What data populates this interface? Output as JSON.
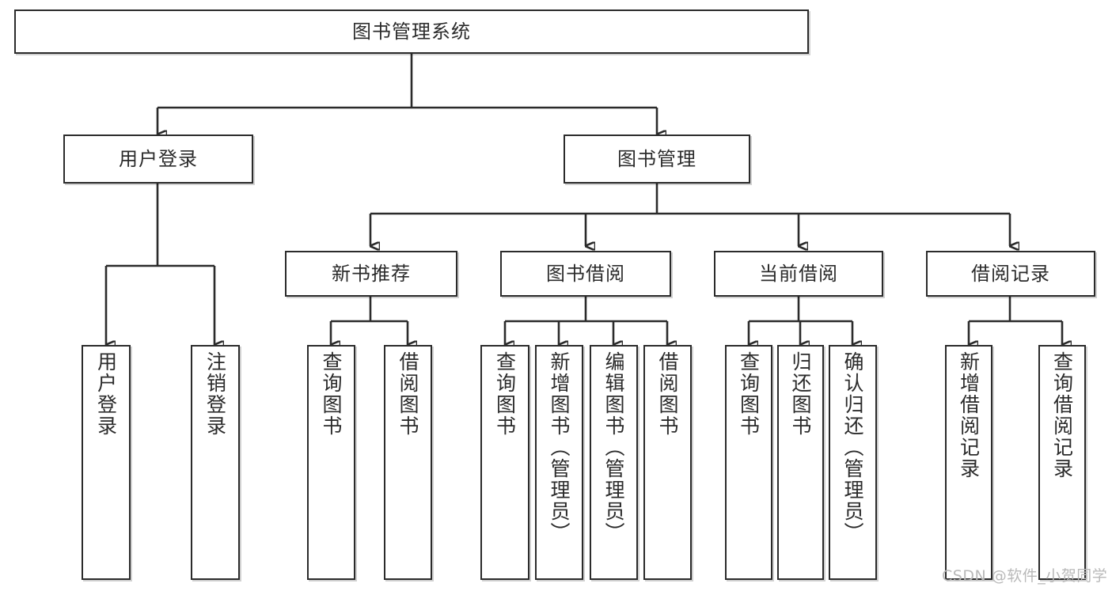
{
  "diagram": {
    "title": "图书管理系统",
    "watermark": "CSDN @软件_小贺同学",
    "colors": {
      "stroke": "#2b2b2b",
      "fill": "#ffffff",
      "watermark": "#b9b9b9"
    },
    "levels": {
      "root": {
        "label": "图书管理系统"
      },
      "level2": [
        {
          "label": "用户登录"
        },
        {
          "label": "图书管理"
        }
      ],
      "level3": [
        {
          "label": "新书推荐"
        },
        {
          "label": "图书借阅"
        },
        {
          "label": "当前借阅"
        },
        {
          "label": "借阅记录"
        }
      ],
      "leaves_user_login": [
        {
          "label": "用户登录"
        },
        {
          "label": "注销登录"
        }
      ],
      "leaves_new_book": [
        {
          "label": "查询图书"
        },
        {
          "label": "借阅图书"
        }
      ],
      "leaves_borrow": [
        {
          "label": "查询图书"
        },
        {
          "label": "新增图书（管理员）"
        },
        {
          "label": "编辑图书（管理员）"
        },
        {
          "label": "借阅图书"
        }
      ],
      "leaves_current": [
        {
          "label": "查询图书"
        },
        {
          "label": "归还图书"
        },
        {
          "label": "确认归还（管理员）"
        }
      ],
      "leaves_records": [
        {
          "label": "新增借阅记录"
        },
        {
          "label": "查询借阅记录"
        }
      ]
    }
  }
}
